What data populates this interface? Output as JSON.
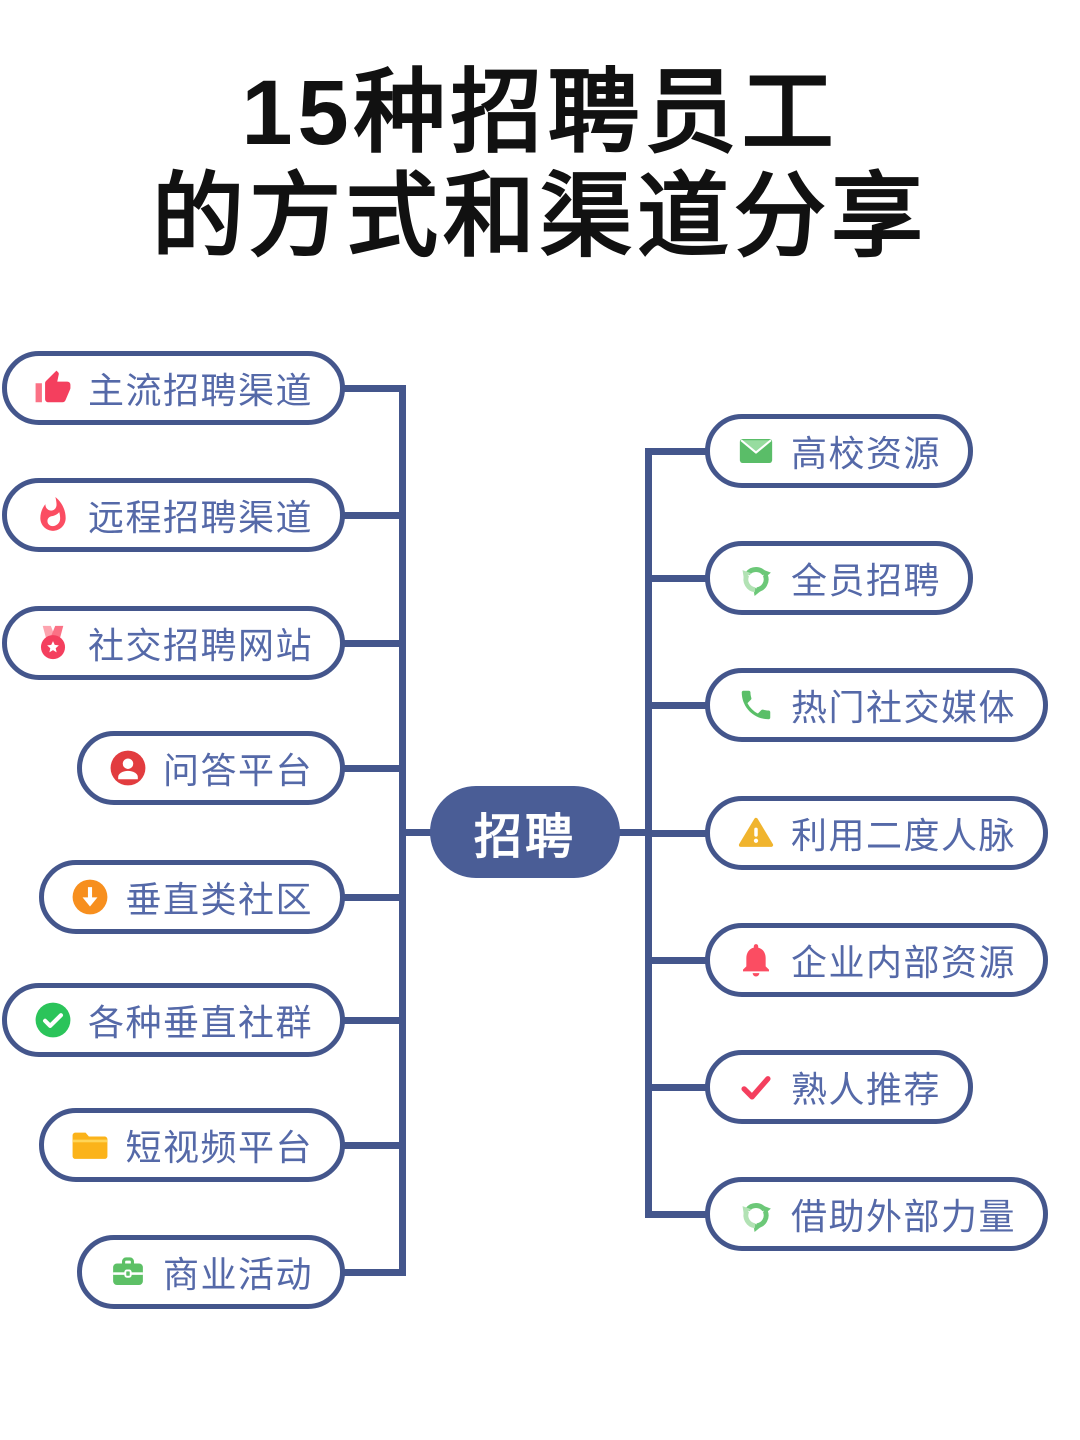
{
  "title": {
    "line1": "15种招聘员工",
    "line2": "的方式和渠道分享"
  },
  "center": {
    "label": "招聘"
  },
  "left": {
    "items": [
      {
        "label": "主流招聘渠道",
        "icon": "thumbs-up"
      },
      {
        "label": "远程招聘渠道",
        "icon": "flame"
      },
      {
        "label": "社交招聘网站",
        "icon": "medal"
      },
      {
        "label": "问答平台",
        "icon": "person-circle"
      },
      {
        "label": "垂直类社区",
        "icon": "arrow-down-circle"
      },
      {
        "label": "各种垂直社群",
        "icon": "check-circle"
      },
      {
        "label": "短视频平台",
        "icon": "folder"
      },
      {
        "label": "商业活动",
        "icon": "briefcase"
      }
    ]
  },
  "right": {
    "items": [
      {
        "label": "高校资源",
        "icon": "envelope"
      },
      {
        "label": "全员招聘",
        "icon": "recycle"
      },
      {
        "label": "热门社交媒体",
        "icon": "phone"
      },
      {
        "label": "利用二度人脉",
        "icon": "warning"
      },
      {
        "label": "企业内部资源",
        "icon": "bell"
      },
      {
        "label": "熟人推荐",
        "icon": "checkmark"
      },
      {
        "label": "借助外部力量",
        "icon": "recycle"
      }
    ]
  },
  "colors": {
    "line_color": "#44568c",
    "pill_border": "#44568c",
    "pill_text": "#5569a8",
    "center_bg": "#4a5d96",
    "center_text": "#ffffff",
    "title_color": "#111111",
    "accent_red": "#f43f5e",
    "accent_pink": "#fb7185",
    "accent_orange": "#f78f1e",
    "accent_yellow": "#f0b42e",
    "accent_amber": "#fbb31a",
    "accent_green": "#2bc45a",
    "accent_soft_green": "#6cc878"
  }
}
